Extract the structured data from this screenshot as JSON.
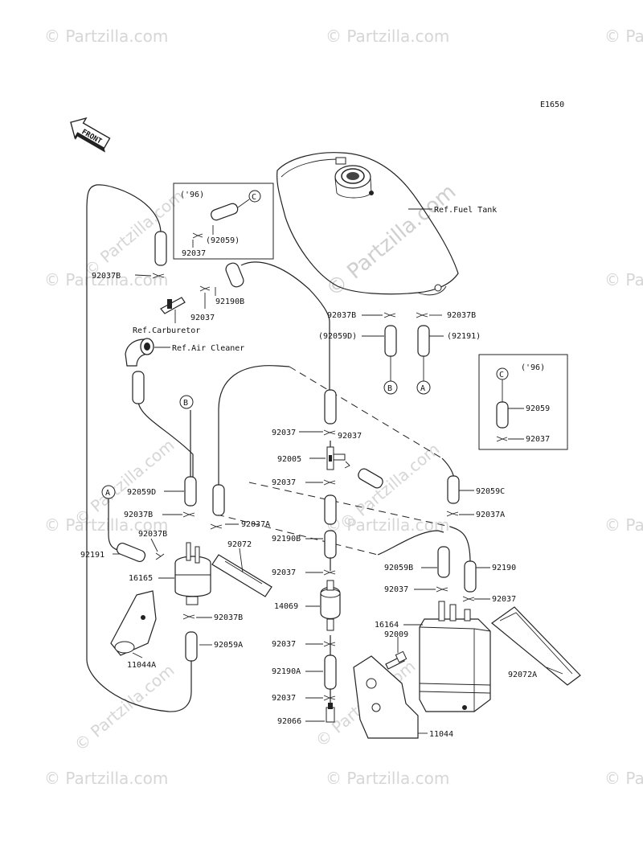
{
  "diagram_code": "E1650",
  "watermark": "© Partzilla.com",
  "front_label": "FRONT",
  "inset_1996_left": {
    "year": "('96)",
    "ref": "C",
    "part_a": "(92059)",
    "part_b": "92037"
  },
  "inset_1996_right": {
    "year": "('96)",
    "ref": "C",
    "part_a": "92059",
    "part_b": "92037"
  },
  "references": {
    "fuel_tank": "Ref.Fuel Tank",
    "carburetor": "Ref.Carburetor",
    "air_cleaner": "Ref.Air Cleaner"
  },
  "callout_letters": {
    "a": "A",
    "b": "B"
  },
  "part_labels": {
    "p92037B_top": "92037B",
    "p92037_mid": "92037",
    "p92190B_top": "92190B",
    "p92037B_r1": "92037B",
    "p92037B_r2": "92037B",
    "p92059D_paren": "(92059D)",
    "p92191_paren": "(92191)",
    "p92037_a": "92037",
    "p92037_b": "92037",
    "p92005": "92005",
    "p92037_c": "92037",
    "p92059C": "92059C",
    "p92037A_r": "92037A",
    "p92059D": "92059D",
    "p92037B_l1": "92037B",
    "p92037A": "92037A",
    "p92037B_l2": "92037B",
    "p92072": "92072",
    "p92191": "92191",
    "p16165": "16165",
    "p92190B_mid": "92190B",
    "p92059B": "92059B",
    "p92190": "92190",
    "p92037_d": "92037",
    "p14069": "14069",
    "p92037_e": "92037",
    "p92037_f": "92037",
    "p92037B_l3": "92037B",
    "p92059A": "92059A",
    "p16164": "16164",
    "p92009": "92009",
    "p11044A": "11044A",
    "p92037_g": "92037",
    "p92190A": "92190A",
    "p92072A": "92072A",
    "p92037_h": "92037",
    "p92066": "92066",
    "p11044": "11044"
  }
}
